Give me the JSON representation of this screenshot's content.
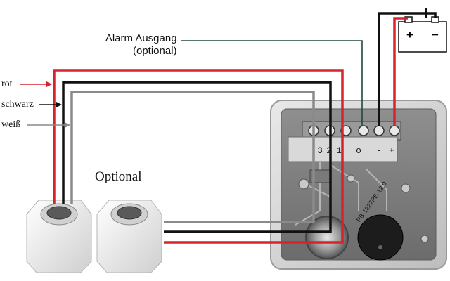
{
  "labels": {
    "alarm_line1": "Alarm Ausgang",
    "alarm_line2": "(optional)",
    "wire_red": "rot",
    "wire_black": "schwarz",
    "wire_white": "weiß",
    "optional": "Optional"
  },
  "terminal_pins": {
    "p3": "3",
    "p2": "2",
    "p1": "1",
    "o": "o",
    "minus": "-",
    "plus": "+"
  },
  "battery": {
    "plus": "+",
    "minus": "−"
  },
  "buzzer_text": "PB-1222PE-12.0",
  "colors": {
    "red": "#d8232a",
    "black": "#111111",
    "grey": "#8a8a8a",
    "dark_green": "#1f4a3a"
  }
}
